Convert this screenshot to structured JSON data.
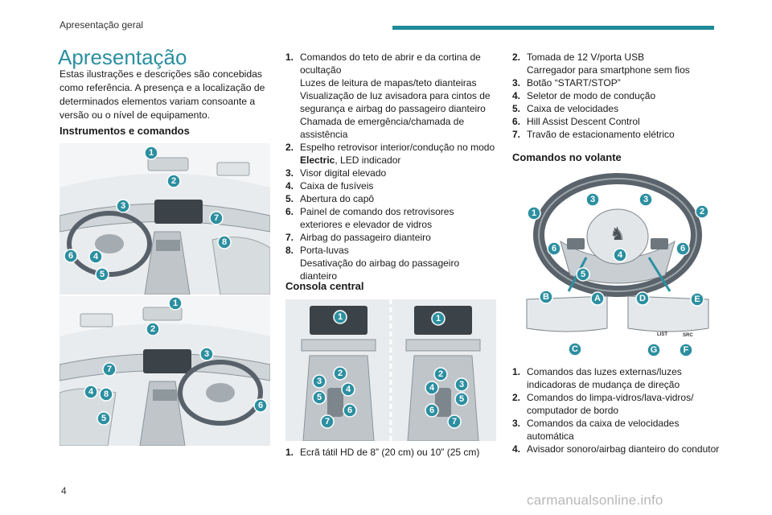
{
  "header": {
    "section": "Apresentação geral"
  },
  "page_title": "Apresentação",
  "intro": "Estas ilustrações e descrições são concebidas como referência. A presença e a localização de determinados elementos variam consoante a versão ou o nível de equipamento.",
  "sections": {
    "instruments": "Instrumentos e comandos",
    "console": "Consola central",
    "wheel": "Comandos no volante"
  },
  "list_instruments": [
    {
      "num": "1.",
      "lines": [
        "Comandos do teto de abrir e da cortina de ocultação",
        "Luzes de leitura de mapas/teto dianteiras",
        "Visualização de luz avisadora para cintos de segurança e airbag do passageiro dianteiro",
        "Chamada de emergência/chamada de assistência"
      ]
    },
    {
      "num": "2.",
      "lines": [
        "Espelho retrovisor interior/condução no modo",
        "Electric",
        ", LED indicador"
      ]
    },
    {
      "num": "3.",
      "lines": [
        "Visor digital elevado"
      ]
    },
    {
      "num": "4.",
      "lines": [
        "Caixa de fusíveis"
      ]
    },
    {
      "num": "5.",
      "lines": [
        "Abertura do capô"
      ]
    },
    {
      "num": "6.",
      "lines": [
        "Painel de comando dos retrovisores exteriores e elevador de vidros"
      ]
    },
    {
      "num": "7.",
      "lines": [
        "Airbag do passageiro dianteiro"
      ]
    },
    {
      "num": "8.",
      "lines": [
        "Porta-luvas",
        "Desativação do airbag do passageiro dianteiro"
      ]
    }
  ],
  "list_console_first": [
    {
      "num": "1.",
      "lines": [
        "Ecrã tátil HD de 8” (20 cm) ou 10” (25 cm)"
      ]
    }
  ],
  "list_console": [
    {
      "num": "2.",
      "lines": [
        "Tomada de 12 V/porta USB",
        "Carregador para smartphone sem fios"
      ]
    },
    {
      "num": "3.",
      "lines": [
        "Botão “START/STOP”"
      ]
    },
    {
      "num": "4.",
      "lines": [
        "Seletor de modo de condução"
      ]
    },
    {
      "num": "5.",
      "lines": [
        "Caixa de velocidades"
      ]
    },
    {
      "num": "6.",
      "lines": [
        "Hill Assist Descent Control"
      ]
    },
    {
      "num": "7.",
      "lines": [
        "Travão de estacionamento elétrico"
      ]
    }
  ],
  "list_wheel": [
    {
      "num": "1.",
      "lines": [
        "Comandos das luzes externas/luzes indicadoras de mudança de direção"
      ]
    },
    {
      "num": "2.",
      "lines": [
        "Comandos do limpa-vidros/lava-vidros/ computador de bordo"
      ]
    },
    {
      "num": "3.",
      "lines": [
        "Comandos da caixa de velocidades automática"
      ]
    },
    {
      "num": "4.",
      "lines": [
        "Avisador sonoro/airbag dianteiro do condutor"
      ]
    }
  ],
  "wheel_labels": {
    "list": "LIST",
    "src": "SRC"
  },
  "page_number": "4",
  "watermark": "carmanualsonline.info",
  "colors": {
    "accent": "#2c8fa0",
    "header_bar": "#1e8a9a"
  }
}
